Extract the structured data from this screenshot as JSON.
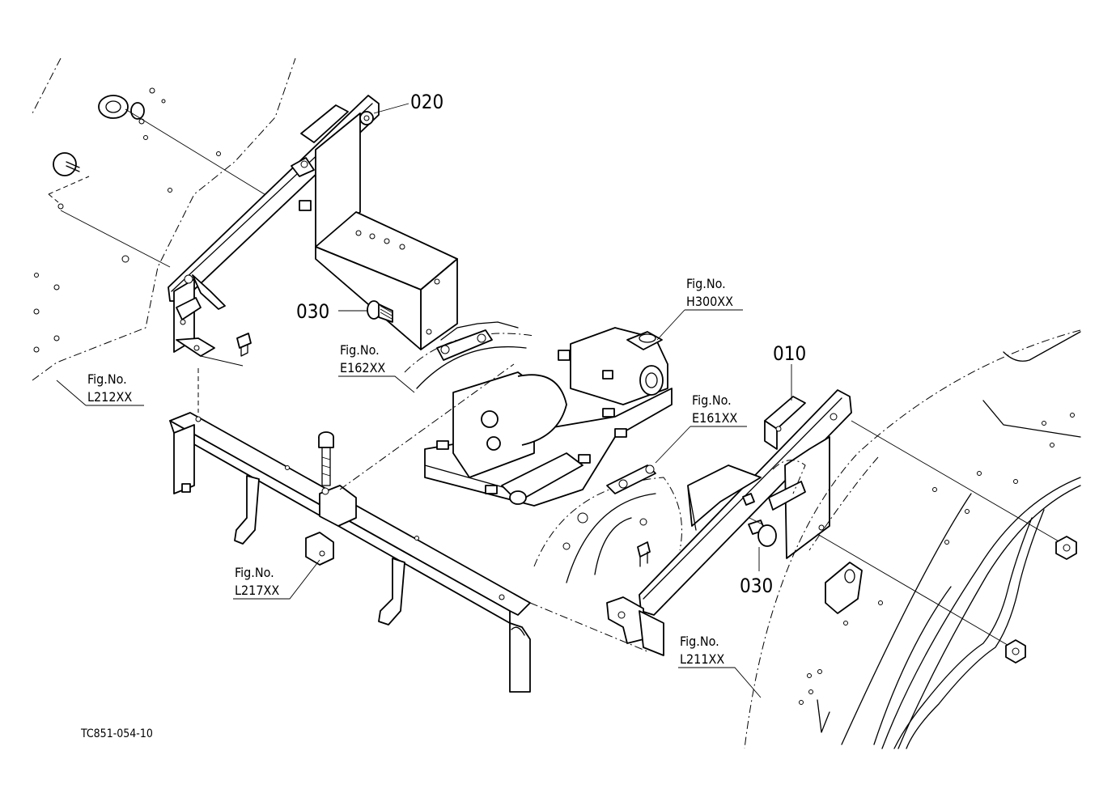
{
  "diagram_code": "TC851-054-10",
  "parts": [
    {
      "id": "020",
      "label": "020"
    },
    {
      "id": "010",
      "label": "010"
    },
    {
      "id": "030-left",
      "label": "030"
    },
    {
      "id": "030-right",
      "label": "030"
    }
  ],
  "figure_refs": [
    {
      "id": "h300",
      "prefix": "Fig.No.",
      "code": "H300XX"
    },
    {
      "id": "e162",
      "prefix": "Fig.No.",
      "code": "E162XX"
    },
    {
      "id": "l212",
      "prefix": "Fig.No.",
      "code": "L212XX"
    },
    {
      "id": "e161",
      "prefix": "Fig.No.",
      "code": "E161XX"
    },
    {
      "id": "l217",
      "prefix": "Fig.No.",
      "code": "L217XX"
    },
    {
      "id": "l211",
      "prefix": "Fig.No.",
      "code": "L211XX"
    }
  ]
}
